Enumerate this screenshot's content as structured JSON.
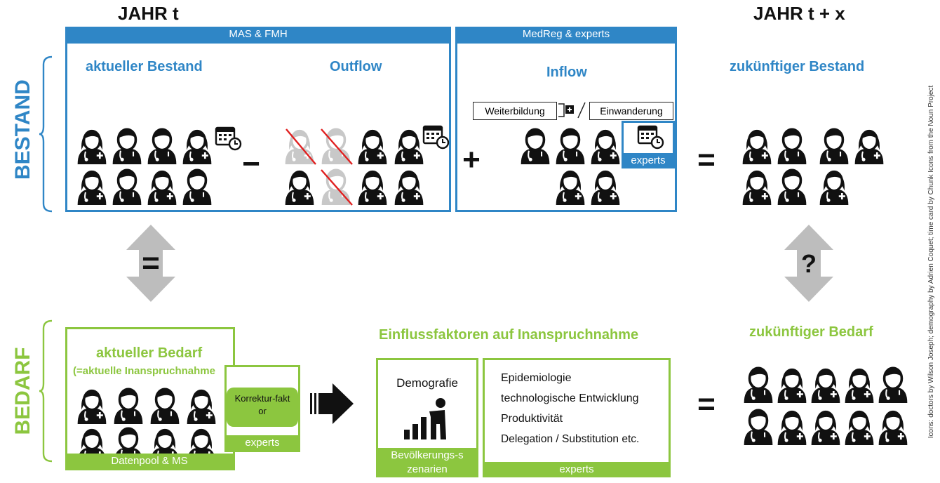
{
  "years": {
    "left": "JAHR t",
    "right": "JAHR t + x"
  },
  "sections": {
    "bestand": "BESTAND",
    "bedarf": "BEDARF"
  },
  "top_bars": {
    "mas": "MAS & FMH",
    "medreg": "MedReg & experts"
  },
  "headings": {
    "aktueller_bestand": "aktueller Bestand",
    "outflow": "Outflow",
    "inflow": "Inflow",
    "zukuenftiger_bestand": "zukünftiger Bestand",
    "aktueller_bedarf": "aktueller Bedarf",
    "aktueller_bedarf_sub": "(=aktuelle Inanspruchnahme",
    "einfluss": "Einflussfaktoren auf Inanspruchnahme",
    "zukuenftiger_bedarf": "zukünftiger Bedarf"
  },
  "inflow_sources": {
    "left": "Weiterbildung",
    "right": "Einwanderung"
  },
  "labels": {
    "experts": "experts",
    "datenpool": "Datenpool & MS",
    "korrekturfaktor": "Korrektur-faktor",
    "demografie": "Demografie",
    "bevoelkerung": "Bevölkerungs-szenarien"
  },
  "factors": [
    "Epidemiologie",
    "technologische Entwicklung",
    "Produktivität",
    "Delegation / Substitution etc."
  ],
  "operators": {
    "minus": "−",
    "plus": "+",
    "equals": "=",
    "question": "?"
  },
  "credit": "Icons: doctors by Wilson Joseph; demography by Adrien Coquet; time card by Chunk Icons from the Noun Project",
  "colors": {
    "blue": "#2f86c6",
    "green": "#8cc63f",
    "icon": "#111111",
    "faded": "#c8c8c8",
    "cross": "#e02020",
    "arrow_gray": "#bdbdbd"
  },
  "icons": [
    "doctor-icon",
    "time-card-icon",
    "demography-icon",
    "plus-box-icon",
    "arrow-right-icon",
    "double-arrow-icon"
  ]
}
